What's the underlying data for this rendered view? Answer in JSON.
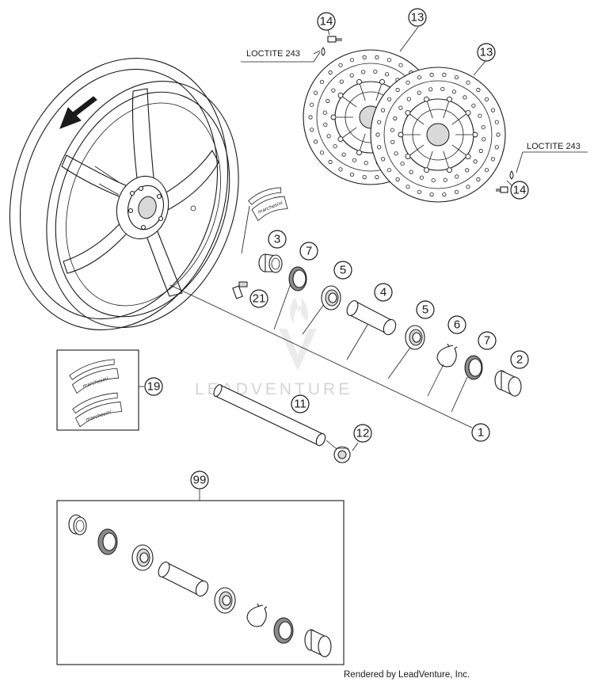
{
  "callouts": {
    "c14a": "14",
    "c13a": "13",
    "c13b": "13",
    "c14b": "14",
    "c3": "3",
    "c7a": "7",
    "c5a": "5",
    "c4": "4",
    "c21": "21",
    "c5b": "5",
    "c6": "6",
    "c7b": "7",
    "c2": "2",
    "c19": "19",
    "c11": "11",
    "c1": "1",
    "c12": "12",
    "c99": "99"
  },
  "labels": {
    "loctite_top": "LOCTITE 243",
    "loctite_right": "LOCTITE 243",
    "decal_brand": "marchesini"
  },
  "watermark": "LEADVENTURE",
  "credit": "Rendered by LeadVenture, Inc.",
  "icons": {
    "arrow": "rotation-direction-arrow-icon",
    "drop": "loctite-drop-icon"
  },
  "colors": {
    "ink": "#1a1a1a",
    "watermark": "#d4d4d4",
    "background": "#ffffff"
  }
}
